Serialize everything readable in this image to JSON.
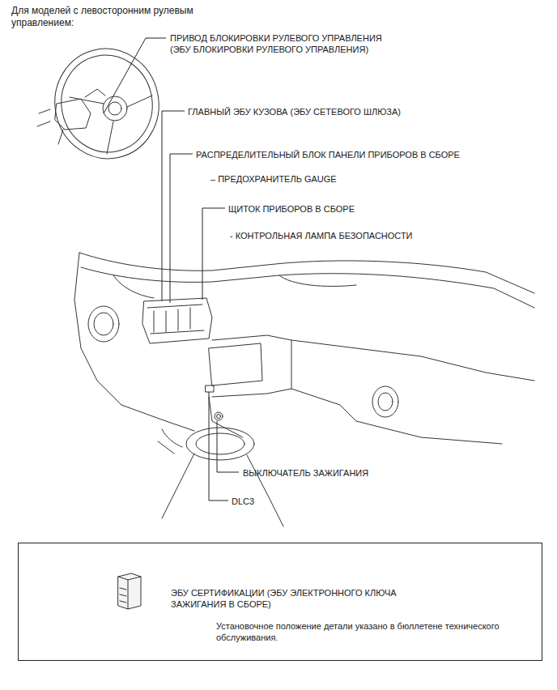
{
  "diagram": {
    "title": "Для моделей с левосторонним рулевым управлением:",
    "nodes": [
      {
        "text": [
          "ЭБУ СЕРТИФИКАЦИИ (ЭБУ ЭЛЕКТРОННОГО КЛЮЧА ЗАЖИГАНИЯ В СБОРЕ)",
          "Установочное положение детали указано в бюллетене технического обслуживания."
        ]
      }
    ],
    "labels": [
      "ПРИВОД БЛОКИРОВКИ РУЛЕВОГО УПРАВЛЕНИЯ (ЭБУ БЛОКИРОВКИ РУЛЕВОГО УПРАВЛЕНИЯ)",
      "ГЛАВНЫЙ ЭБУ КУЗОВА (ЭБУ СЕТЕВОГО ШЛЮЗА)",
      "РАСПРЕДЕЛИТЕЛЬНЫЙ БЛОК ПАНЕЛИ ПРИБОРОВ В СБОРЕ",
      "– ПРЕДОХРАНИТЕЛЬ GAUGE",
      "ЩИТОК ПРИБОРОВ В СБОРЕ",
      "- КОНТРОЛЬНАЯ ЛАМПА БЕЗОПАСНОСТИ",
      "ВЫКЛЮЧАТЕЛЬ ЗАЖИГАНИЯ",
      "DLC3"
    ]
  }
}
